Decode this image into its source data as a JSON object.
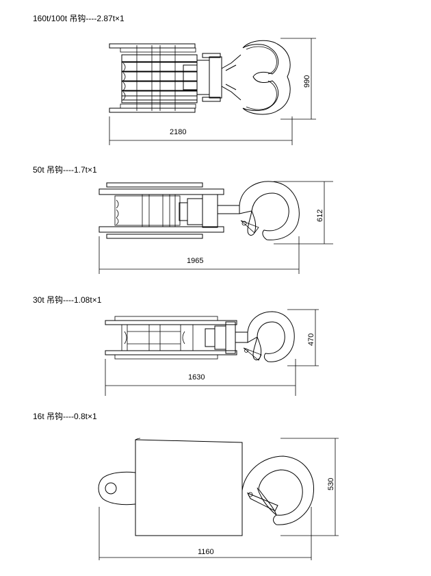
{
  "hooks": [
    {
      "title": "160t/100t 吊钩----2.87t×1",
      "width_dim": "2180",
      "height_dim": "990"
    },
    {
      "title": "50t 吊钩----1.7t×1",
      "width_dim": "1965",
      "height_dim": "612"
    },
    {
      "title": "30t 吊钩----1.08t×1",
      "width_dim": "1630",
      "height_dim": "470"
    },
    {
      "title": "16t 吊钩----0.8t×1",
      "width_dim": "1160",
      "height_dim": "530"
    }
  ]
}
